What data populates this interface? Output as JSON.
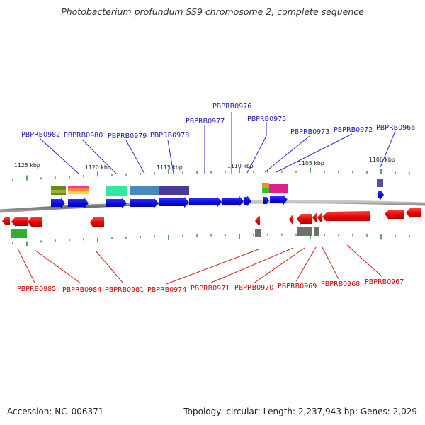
{
  "title": "Photobacterium profundum SS9 chromosome 2, complete sequence",
  "accession": "Accession: NC_006371",
  "stats": "Topology: circular; Length: 2,237,943 bp; Genes: 2,029",
  "scale": {
    "ticks": [
      "1125 kbp",
      "1120 kbp",
      "1115 kbp",
      "1110 kbp",
      "1105 kbp",
      "1100 kbp"
    ]
  },
  "colors": {
    "forward": "#1010e0",
    "reverse": "#ee0000",
    "forward_label": "#1a1aa8",
    "reverse_label": "#c80000",
    "backbone": "#808080",
    "tick": "#2f8a2f"
  },
  "forward_genes": [
    "PBPRB0982",
    "PBPRB0980",
    "PBPRB0979",
    "PBPRB0978",
    "PBPRB0977",
    "PBPRB0976",
    "PBPRB0975",
    "PBPRB0973",
    "PBPRB0972",
    "PBPRB0966"
  ],
  "reverse_genes": [
    "PBPRB0985",
    "PBPRB0984",
    "PBPRB0981",
    "PBPRB0974",
    "PBPRB0971",
    "PBPRB0970",
    "PBPRB0969",
    "PBPRB0968",
    "PBPRB0967"
  ]
}
